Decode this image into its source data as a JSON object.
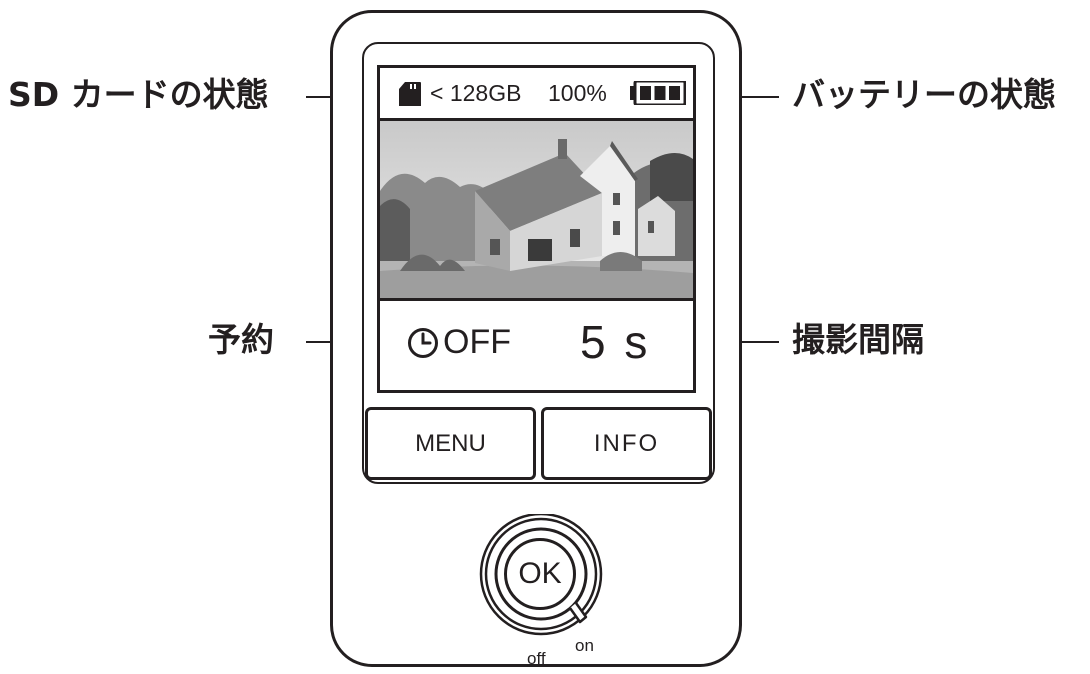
{
  "callouts": {
    "sd_status": "SD カードの状態",
    "battery_status": "バッテリーの状態",
    "schedule": "予約",
    "interval": "撮影間隔"
  },
  "screen": {
    "sd_capacity": "< 128GB",
    "battery_percent": "100%",
    "battery_level": 1.0,
    "timer_state": "OFF",
    "interval_value": "5 s"
  },
  "buttons": {
    "menu": "MENU",
    "info": "INFO",
    "ok": "OK"
  },
  "power_switch": {
    "off_label": "off",
    "on_label": "on"
  },
  "icons": {
    "sd": "sd-card-icon",
    "battery": "battery-icon",
    "clock": "clock-icon"
  },
  "colors": {
    "ink": "#231f20",
    "background": "#ffffff"
  }
}
